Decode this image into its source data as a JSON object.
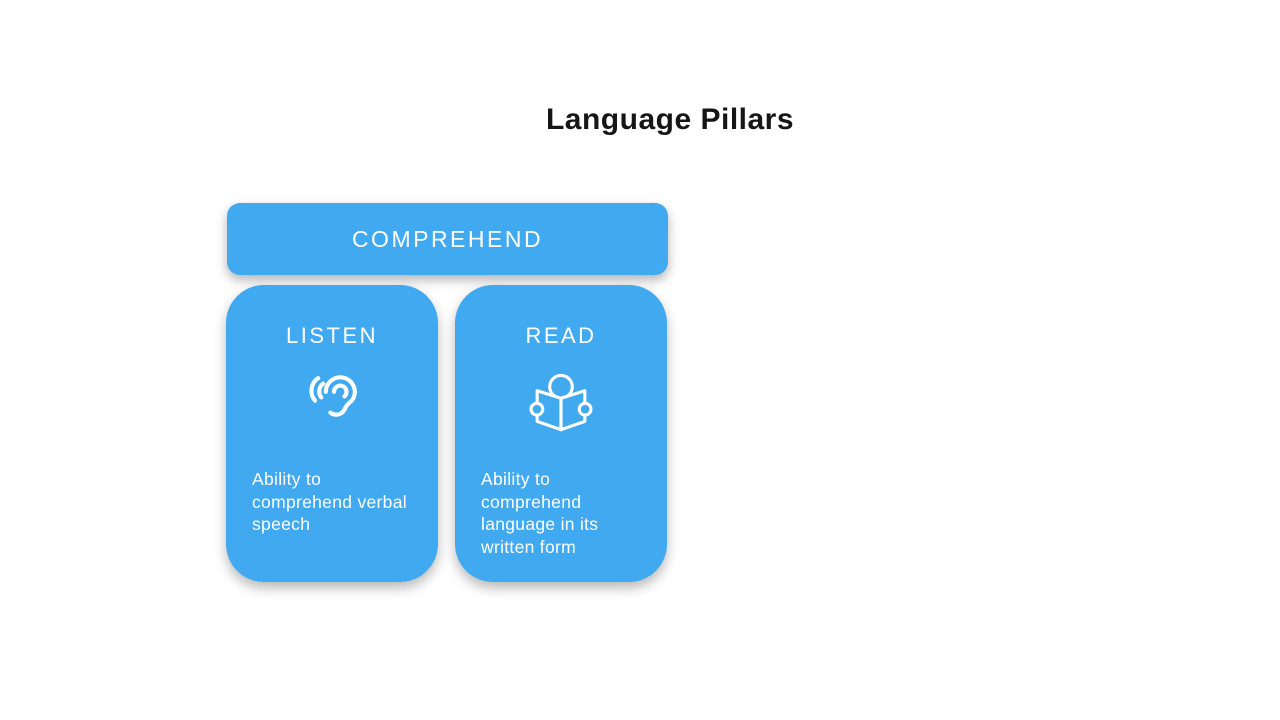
{
  "slide": {
    "title": "Language Pillars",
    "background_color": "#ffffff",
    "accent_color": "#41A9F0",
    "card_text_color": "#ffffff",
    "title_color": "#161616"
  },
  "header_bar": {
    "label": "COMPREHEND"
  },
  "cards": [
    {
      "label": "LISTEN",
      "icon": "ear-listening-icon",
      "description": "Ability to\ncomprehend verbal\nspeech"
    },
    {
      "label": "READ",
      "icon": "person-reading-book-icon",
      "description": "Ability to\ncomprehend\nlanguage in its\nwritten form"
    }
  ]
}
